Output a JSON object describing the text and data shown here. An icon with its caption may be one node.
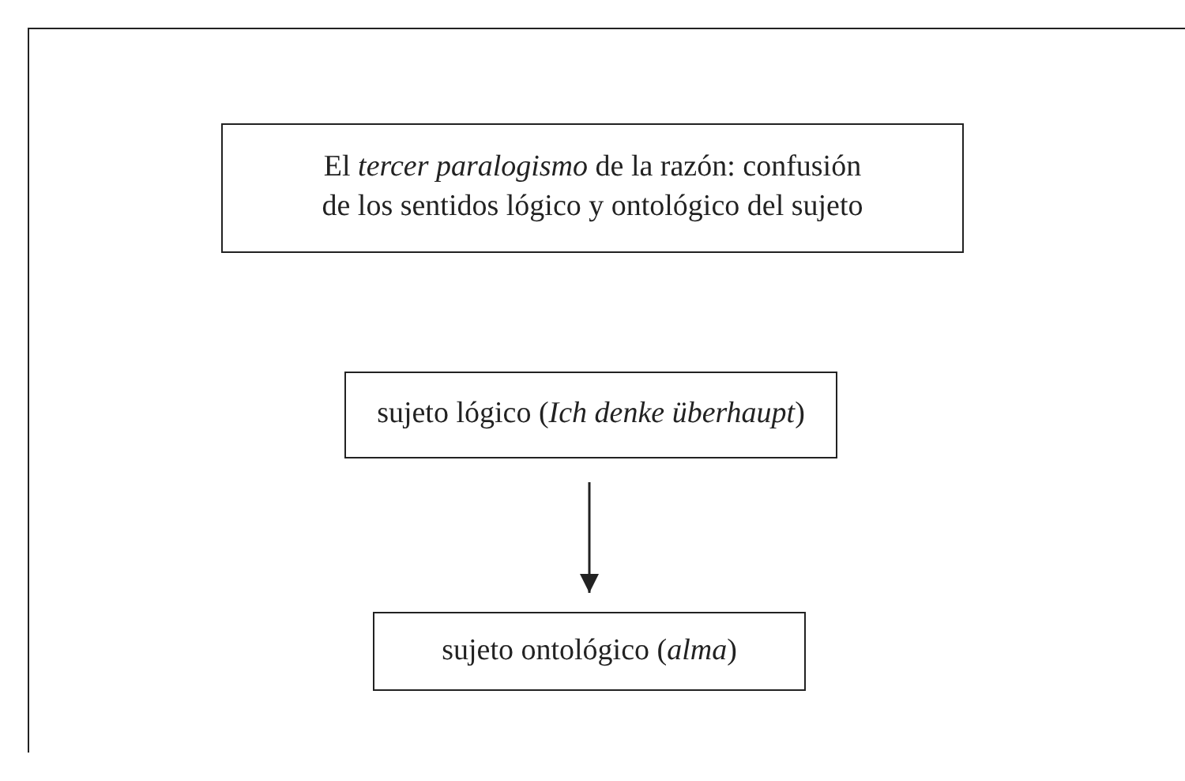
{
  "diagram": {
    "nodes": [
      {
        "text": [
          "El *tercer paralogismo* de la razón: confusión de los sentidos lógico y ontológico del sujeto"
        ]
      },
      {
        "text": [
          "sujeto lógico (*Ich denke überhaupt*)"
        ]
      },
      {
        "text": [
          "sujeto ontológico (*alma*)"
        ]
      }
    ],
    "edges": [
      {
        "from": 1,
        "to": 2,
        "arrow": "to"
      }
    ]
  }
}
